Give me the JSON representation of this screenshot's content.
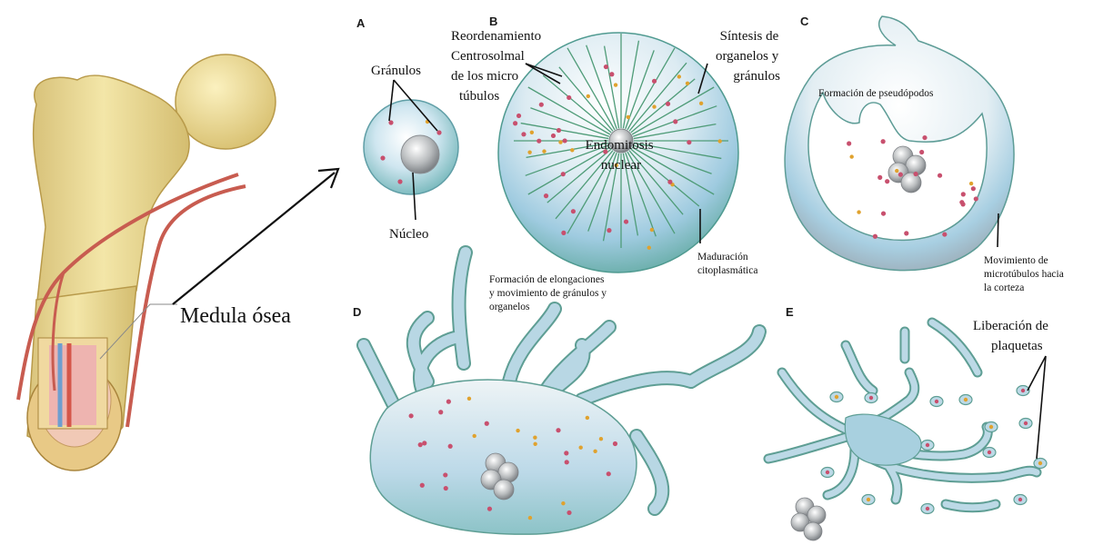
{
  "panels": {
    "a": {
      "letter": "A",
      "granulos": "Gránulos",
      "nucleo": "Núcleo"
    },
    "b": {
      "letter": "B",
      "reordenamiento": [
        "Reordenamiento",
        "Centrosolmal",
        "de los micro",
        "túbulos"
      ],
      "sintesis": [
        "Síntesis de",
        "organelos y",
        "gránulos"
      ],
      "endomitosis": [
        "Endomitosis",
        "nuclear"
      ],
      "maduracion": [
        "Maduración",
        "citoplasmática"
      ]
    },
    "c": {
      "letter": "C",
      "pseudopodos": "Formación de pseudópodos",
      "movimiento": [
        "Movimiento de",
        "microtúbulos hacia",
        "la corteza"
      ]
    },
    "d": {
      "letter": "D",
      "elongaciones": [
        "Formación de elongaciones",
        "y movimiento de gránulos y",
        "organelos"
      ]
    },
    "e": {
      "letter": "E",
      "liberacion": [
        "Liberación de",
        "plaquetas"
      ]
    },
    "bone": {
      "medula": "Medula ósea"
    }
  },
  "colors": {
    "bone": "#efdf9a",
    "bone_shadow": "#d8c27a",
    "vessel": "#d8675a",
    "cell_outer": "#7fbcc0",
    "cell_mid": "#a9d4e6",
    "cell_inner": "#f4f7f7",
    "granule_red": "#c8506e",
    "granule_yellow": "#e0a22e",
    "microtubule": "#4f9c78"
  }
}
